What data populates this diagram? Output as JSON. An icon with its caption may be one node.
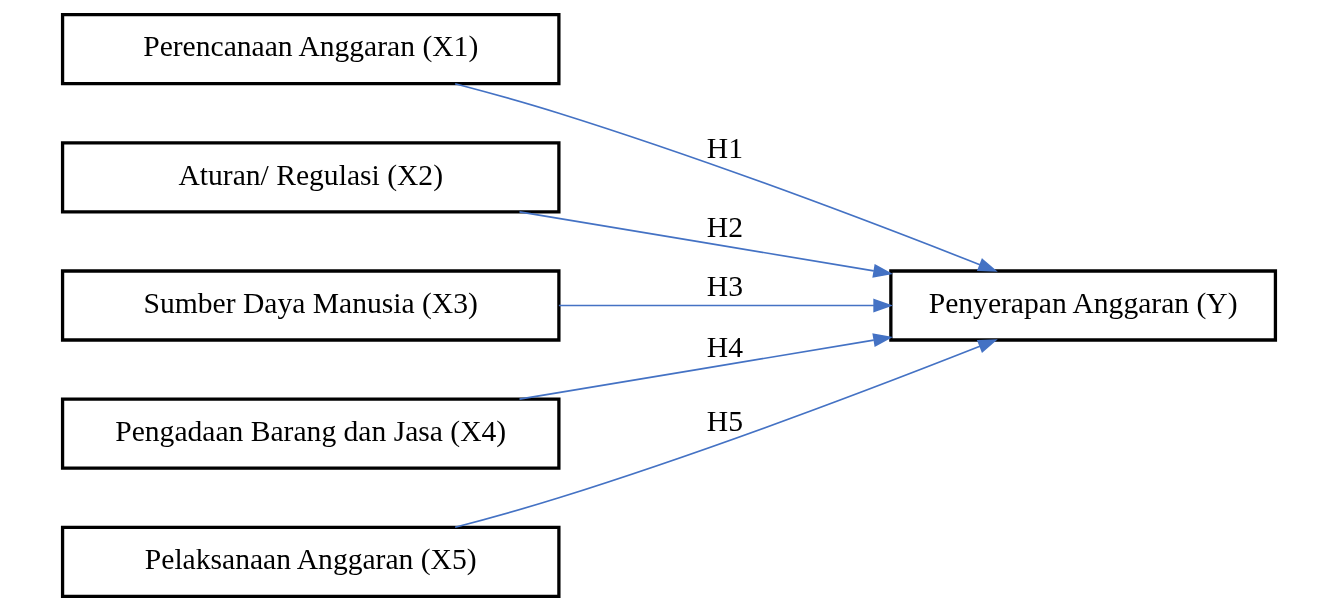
{
  "diagram": {
    "nodes": [
      {
        "text": [
          "Perencanaan Anggaran (X1)"
        ]
      },
      {
        "text": [
          "Aturan/ Regulasi (X2)"
        ]
      },
      {
        "text": [
          "Sumber Daya Manusia (X3)"
        ]
      },
      {
        "text": [
          "Pengadaan Barang dan Jasa (X4)"
        ]
      },
      {
        "text": [
          "Pelaksanaan Anggaran (X5)"
        ]
      },
      {
        "text": [
          "Penyerapan Anggaran (Y)"
        ]
      }
    ],
    "edges": [
      {
        "from": 0,
        "to": 5,
        "arrow": "to",
        "label": "H1"
      },
      {
        "from": 1,
        "to": 5,
        "arrow": "to",
        "label": "H2"
      },
      {
        "from": 2,
        "to": 5,
        "arrow": "to",
        "label": "H3"
      },
      {
        "from": 3,
        "to": 5,
        "arrow": "to",
        "label": "H4"
      },
      {
        "from": 4,
        "to": 5,
        "arrow": "to",
        "label": "H5"
      }
    ]
  }
}
